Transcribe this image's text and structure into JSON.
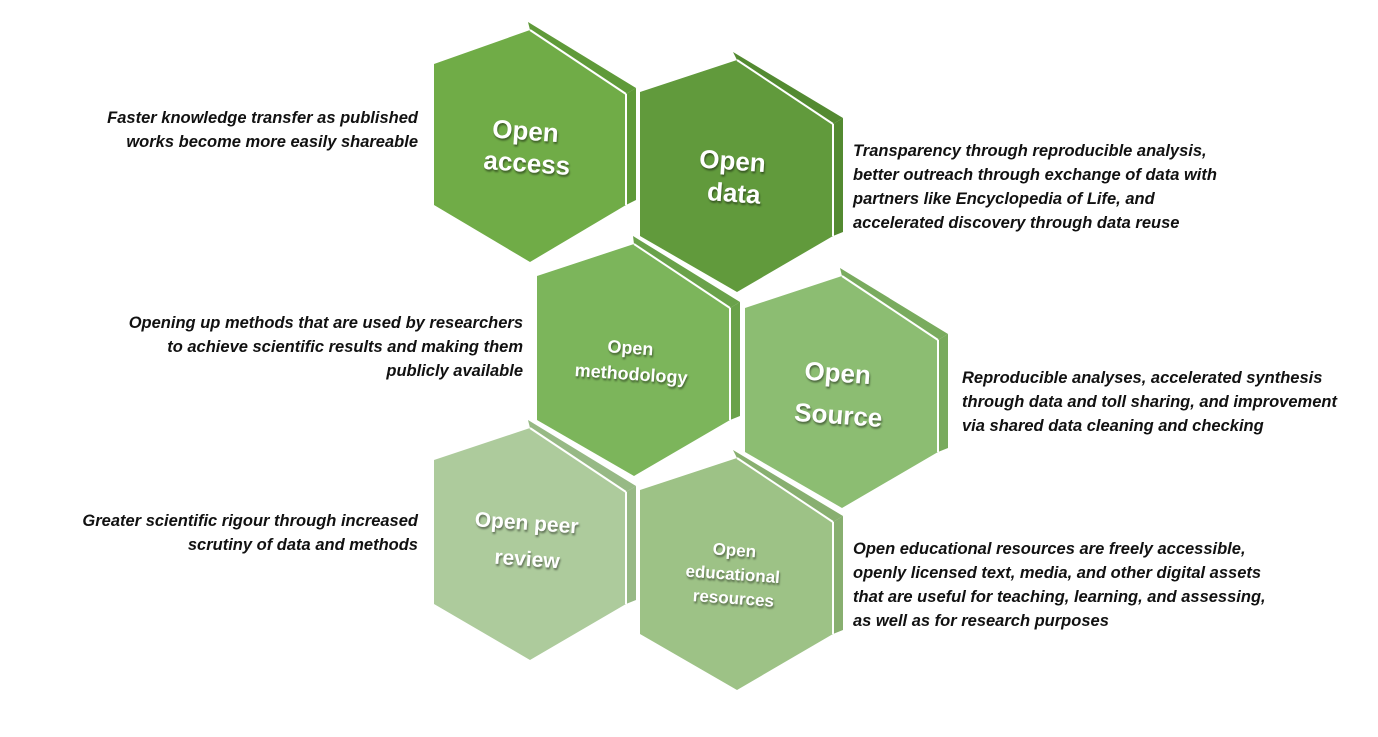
{
  "hexagons": [
    {
      "id": "open-access",
      "label_lines": [
        "Open",
        "access"
      ],
      "color": "#70ac47",
      "side_color": "#5f9a39"
    },
    {
      "id": "open-data",
      "label_lines": [
        "Open",
        "data"
      ],
      "color": "#619a3c",
      "side_color": "#538a31"
    },
    {
      "id": "open-methodology",
      "label_lines": [
        "Open",
        "methodology"
      ],
      "color": "#7cb55b",
      "side_color": "#6aa24a"
    },
    {
      "id": "open-source",
      "label_lines": [
        "Open",
        "Source"
      ],
      "color": "#8cbd72",
      "side_color": "#79ab5e"
    },
    {
      "id": "open-peer-review",
      "label_lines": [
        "Open peer",
        "review"
      ],
      "color": "#adcb9c",
      "side_color": "#97b985"
    },
    {
      "id": "open-educational-resources",
      "label_lines": [
        "Open",
        "educational",
        "resources"
      ],
      "color": "#9dc286",
      "side_color": "#88af70"
    }
  ],
  "descriptions": {
    "open_access": [
      "Faster knowledge transfer as published",
      "works become more easily shareable"
    ],
    "open_data": [
      "Transparency through reproducible analysis,",
      "better outreach through exchange of data with",
      "partners like Encyclopedia of Life, and",
      "accelerated discovery through data reuse"
    ],
    "open_methodology": [
      "Opening up methods that are used by researchers",
      "to achieve scientific results and making them",
      "publicly available"
    ],
    "open_source": [
      "Reproducible analyses, accelerated synthesis",
      "through data and toll sharing, and improvement",
      "via shared data cleaning and checking"
    ],
    "open_peer_review": [
      "Greater scientific rigour through increased",
      "scrutiny of data and methods"
    ],
    "open_educational_resources": [
      "Open educational resources are freely accessible,",
      "openly licensed text, media, and other digital assets",
      "that are useful for teaching, learning, and assessing,",
      "as well as for research purposes"
    ]
  }
}
